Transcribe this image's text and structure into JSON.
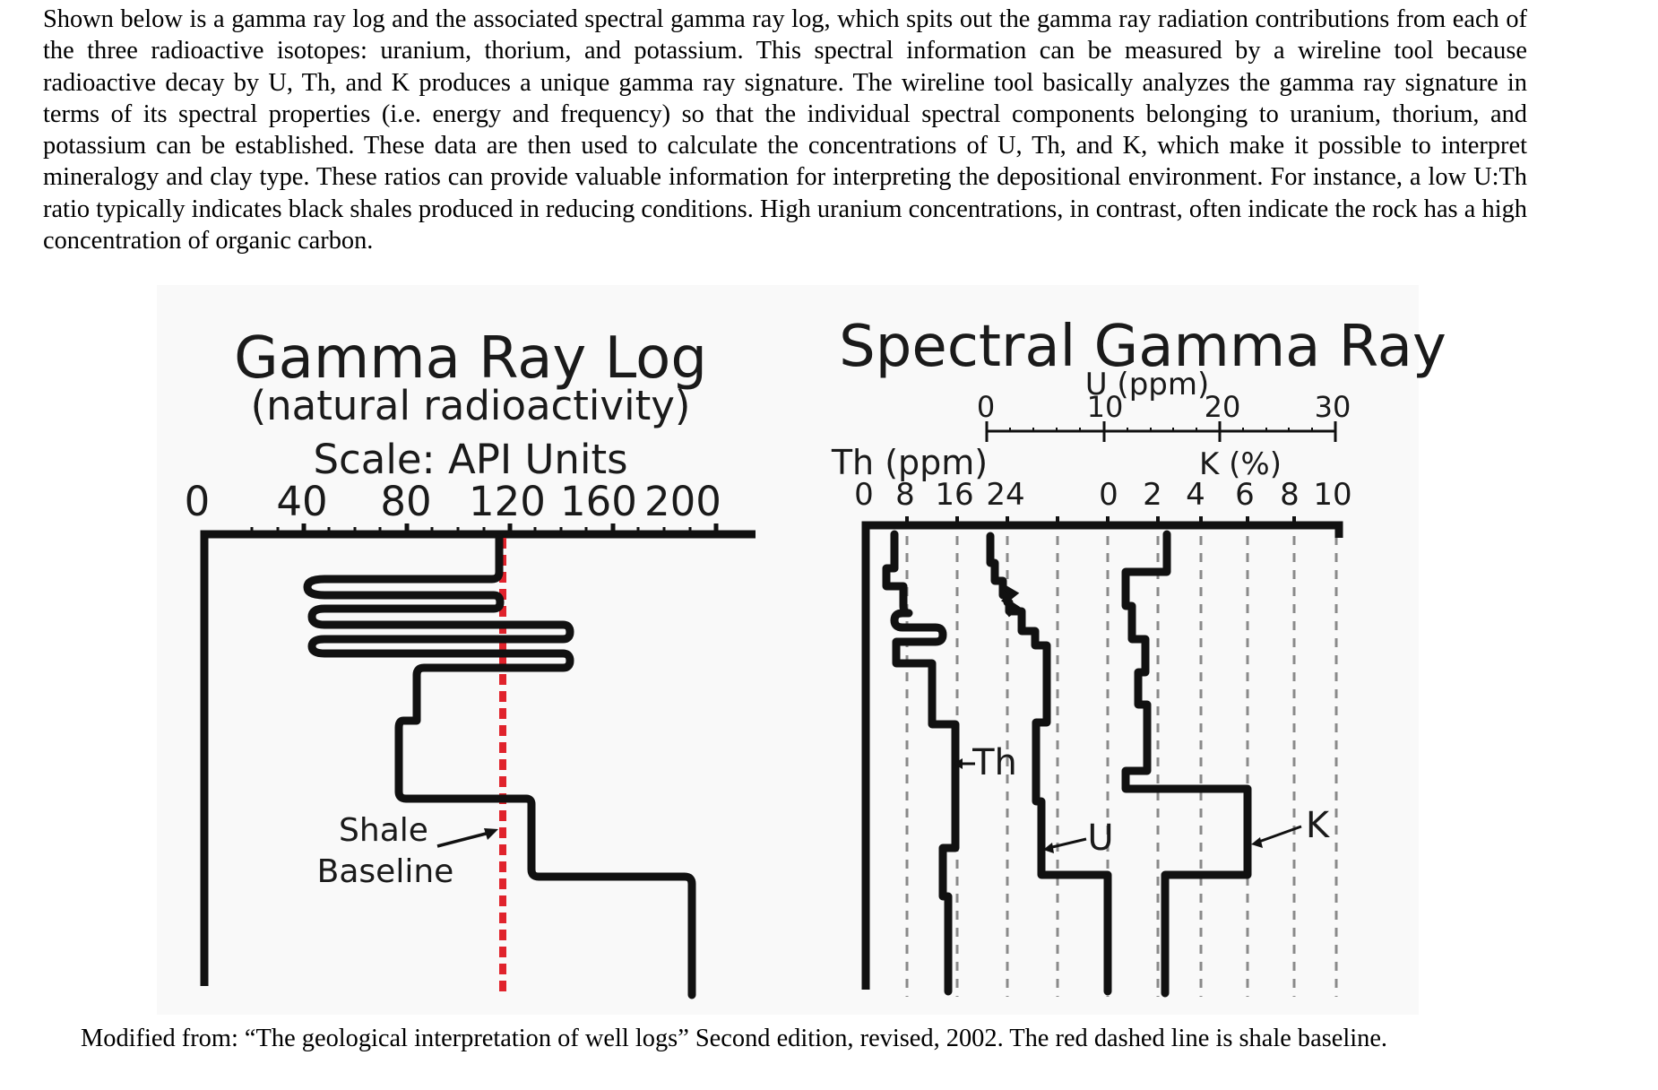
{
  "intro_text": "Shown below is a gamma ray log and the associated spectral gamma ray log, which spits out the gamma ray radiation contributions from each of the three radioactive isotopes: uranium, thorium, and potassium. This spectral information can be measured by a wireline tool because radioactive decay by U, Th, and K produces a unique gamma ray signature. The wireline tool basically analyzes the gamma ray signature in terms of its spectral properties (i.e. energy and frequency) so that the individual spectral components belonging to uranium, thorium, and potassium can be established. These data are then used to calculate the concentrations of U, Th, and K, which make it possible to interpret mineralogy and clay type. These ratios can provide valuable information for interpreting the depositional environment. For instance, a low U:Th ratio typically indicates black shales produced in reducing conditions. High uranium concentrations, in contrast, often indicate the rock has a high concentration of organic carbon.",
  "gamma_log": {
    "title": "Gamma Ray Log",
    "subtitle": "(natural radioactivity)",
    "scale_label": "Scale: API Units",
    "ticks": [
      "0",
      "40",
      "80",
      "120",
      "160",
      "200"
    ],
    "shale_label_1": "Shale",
    "shale_label_2": "Baseline",
    "baseline_color": "#e0232c",
    "shale_baseline_api": 120
  },
  "spectral_log": {
    "title": "Spectral Gamma Ray",
    "u_axis_title": "U (ppm)",
    "u_ticks": [
      "0",
      "10",
      "20",
      "30"
    ],
    "th_axis_title": "Th (ppm)",
    "th_ticks": [
      "0",
      "8",
      "16",
      "24"
    ],
    "k_axis_title": "K (%)",
    "k_ticks": [
      "0",
      "2",
      "4",
      "6",
      "8",
      "10"
    ],
    "label_th": "Th",
    "label_u": "U",
    "label_k": "K"
  },
  "caption": "Modified from: “The geological interpretation of well logs” Second edition, revised, 2002. The red dashed line is shale baseline."
}
